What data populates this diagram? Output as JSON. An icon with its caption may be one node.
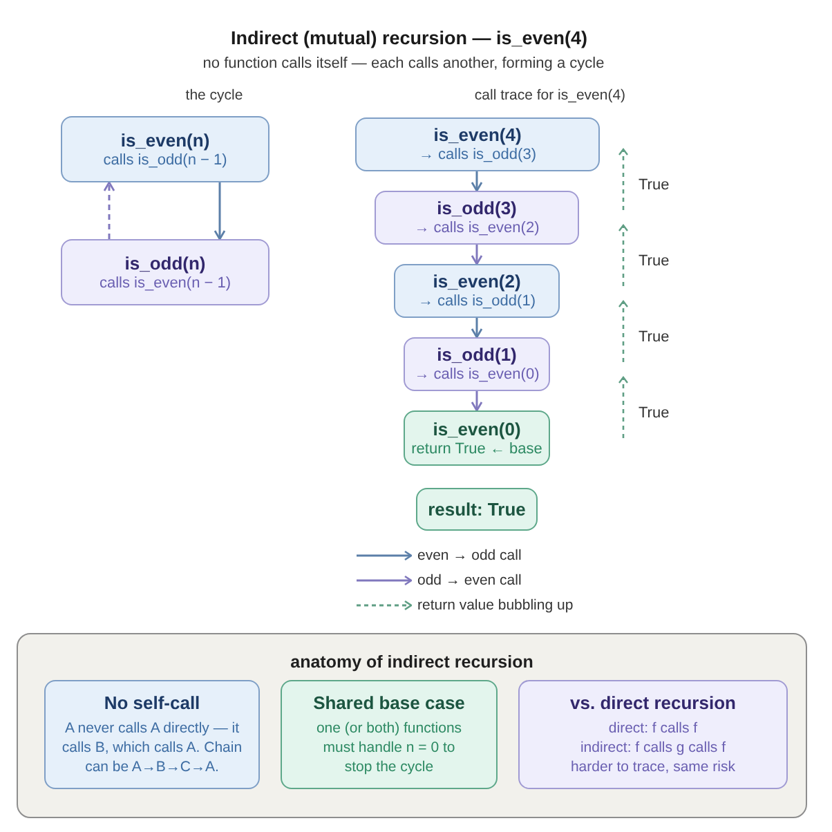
{
  "diagram": {
    "title": "Indirect (mutual) recursion — is_even(4)",
    "nodes": [
      {
        "text": [
          "is_even(n)",
          "calls is_odd(n − 1)"
        ]
      },
      {
        "text": [
          "is_odd(n)",
          "calls is_even(n − 1)"
        ]
      },
      {
        "text": [
          "is_even(4)",
          "→ calls is_odd(3)"
        ]
      },
      {
        "text": [
          "is_odd(3)",
          "→ calls is_even(2)"
        ]
      },
      {
        "text": [
          "is_even(2)",
          "→ calls is_odd(1)"
        ]
      },
      {
        "text": [
          "is_odd(1)",
          "→ calls is_even(0)"
        ]
      },
      {
        "text": [
          "is_even(0)",
          "return True ← base"
        ]
      },
      {
        "text": [
          "result: True"
        ]
      },
      {
        "text": [
          "anatomy of indirect recursion"
        ]
      },
      {
        "text": [
          "No self-call",
          "A never calls A directly — it calls B, which calls A. Chain can be A→B→C→A."
        ],
        "in": 8
      },
      {
        "text": [
          "Shared base case",
          "one (or both) functions must handle n = 0 to stop the cycle"
        ],
        "in": 8
      },
      {
        "text": [
          "vs. direct recursion",
          "direct: f calls f",
          "indirect: f calls g calls f",
          "harder to trace, same risk"
        ],
        "in": 8
      }
    ],
    "edges": [
      {
        "from": 0,
        "to": 1,
        "arrow": "to",
        "color": "#5b7fa8"
      },
      {
        "from": 1,
        "to": 0,
        "arrow": "to",
        "style": "dashed",
        "color": "#8078bd"
      },
      {
        "from": 2,
        "to": 3,
        "arrow": "to",
        "color": "#5b7fa8"
      },
      {
        "from": 3,
        "to": 4,
        "arrow": "to",
        "color": "#8078bd"
      },
      {
        "from": 4,
        "to": 5,
        "arrow": "to",
        "color": "#5b7fa8"
      },
      {
        "from": 5,
        "to": 6,
        "arrow": "to",
        "color": "#8078bd"
      }
    ],
    "labels": [
      "no function calls itself — each calls another, forming a cycle",
      "the cycle",
      "call trace for is_even(4)",
      "True",
      "True",
      "True",
      "True"
    ],
    "legend": [
      {
        "text": "even → odd call"
      },
      {
        "text": "odd → even call"
      },
      {
        "text": "return value bubbling up"
      }
    ]
  }
}
